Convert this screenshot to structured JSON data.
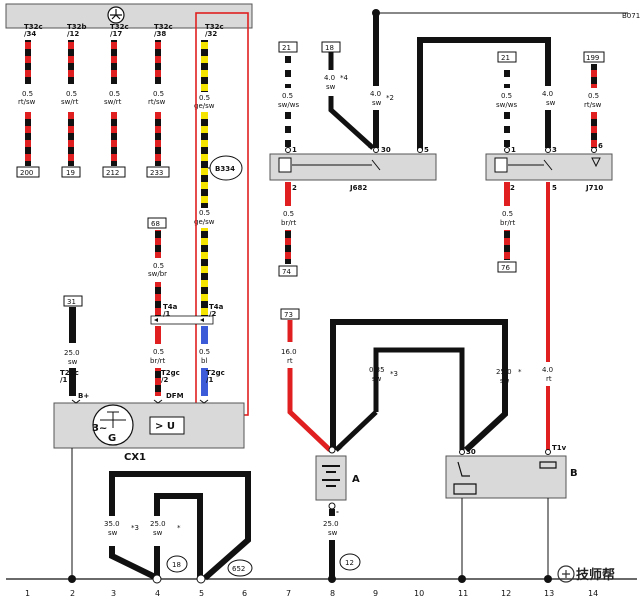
{
  "top_connectors": [
    {
      "pin": "T32c\n/34",
      "size": "0.5",
      "color": "rt/sw",
      "ref": "200"
    },
    {
      "pin": "T32b\n/12",
      "size": "0.5",
      "color": "sw/rt",
      "ref": "19"
    },
    {
      "pin": "T32c\n/17",
      "size": "0.5",
      "color": "sw/rt",
      "ref": "212"
    },
    {
      "pin": "T32c\n/38",
      "size": "0.5",
      "color": "rt/sw",
      "ref": "233"
    },
    {
      "pin": "T32c\n/32",
      "size": "0.5",
      "color": "ge/sw",
      "ref": ""
    }
  ],
  "labels": {
    "b334": "B334",
    "ge_sw2_size": "0.5",
    "ge_sw2_color": "ge/sw",
    "t4a_left": "T4a\n/1",
    "t4a_right": "T4a\n/2",
    "ref_68": "68",
    "w68_size": "0.5",
    "w68_color": "sw/br",
    "w_brrt_size": "0.5",
    "w_brrt_color": "br/rt",
    "w_bl_size": "0.5",
    "w_bl_color": "bl",
    "ref_31": "31",
    "gen_wire_size": "25.0",
    "gen_wire_color": "sw",
    "t2gc_1": "T2gc\n/1",
    "b_plus": "B+",
    "t2gc_2": "T2gc\n/2",
    "dfm": "DFM",
    "t2gc_1b": "T2gc\n/1",
    "cx1": "CX1",
    "gen_g": "G",
    "gen_u": "> U",
    "ref_21a": "21",
    "w21a_size": "0.5",
    "w21a_color": "sw/ws",
    "ref_18": "18",
    "w18_size": "4.0",
    "w18_color": "sw",
    "w18_note": "*4",
    "w_main_size": "4.0",
    "w_main_color": "sw",
    "w_main_note": "*2",
    "j682": "J682",
    "pin30": "30",
    "pin3": "3",
    "pin1": "1",
    "pin2": "2",
    "pin5": "5",
    "ref_74": "74",
    "w74_size": "0.5",
    "w74_color": "br/rt",
    "ref_b071": "B071",
    "ref_21b": "21",
    "w21b_size": "0.5",
    "w21b_color": "sw/ws",
    "w_j710_size": "4.0",
    "w_j710_color": "sw",
    "ref_199": "199",
    "w199_size": "0.5",
    "w199_color": "rt/sw",
    "pin6": "6",
    "j710": "J710",
    "ref_76": "76",
    "w76_size": "0.5",
    "w76_color": "br/rt",
    "ref_73": "73",
    "w73_size": "16.0",
    "w73_color": "rt",
    "w035_size": "0.35",
    "w035_color": "sw",
    "w035_note": "*3",
    "w25r_size": "25.0",
    "w25r_color": "sw",
    "w25r_note": "*",
    "w4rt_size": "4.0",
    "w4rt_color": "rt",
    "t1v": "T1v",
    "batt": "A",
    "batt_plus": "+",
    "batt_minus": "-",
    "box_b": "B",
    "b_pin30": "30",
    "w25b_size": "25.0",
    "w25b_color": "sw",
    "ref_12": "12",
    "w35_size": "35.0",
    "w35_color": "sw",
    "w35_note": "*3",
    "w25g_size": "25.0",
    "w25g_color": "sw",
    "w25g_note": "*",
    "ref_18g": "18",
    "ref_652": "652",
    "watermark": "技师帮"
  },
  "bottom_numbers": [
    "1",
    "2",
    "3",
    "4",
    "5",
    "6",
    "7",
    "8",
    "9",
    "10",
    "11",
    "12",
    "13",
    "14"
  ],
  "colors": {
    "red": "#e02020",
    "yellow": "#f4e400",
    "blue": "#3b5bd8",
    "black": "#111111",
    "box": "#d9d9d9"
  }
}
